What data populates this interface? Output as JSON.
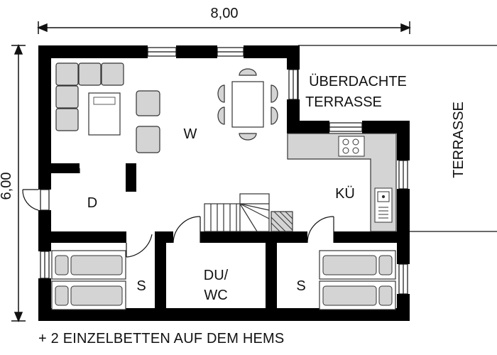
{
  "dimensions": {
    "width_label": "8,00",
    "height_label": "6,00"
  },
  "rooms": {
    "living": "W",
    "kitchen": "KÜ",
    "storage": "D",
    "bedroom_left": "S",
    "bedroom_right": "S",
    "bath_line1": "DU/",
    "bath_line2": "WC"
  },
  "terraces": {
    "covered_line1": "ÜBERDACHTE",
    "covered_line2": "TERRASSE",
    "open": "TERRASSE"
  },
  "caption": "+ 2 EINZELBETTEN AUF DEM HEMS",
  "colors": {
    "wall": "#000000",
    "furniture_fill": "#d4d4d4",
    "furniture_stroke": "#333333",
    "text": "#111111",
    "background": "#ffffff"
  }
}
